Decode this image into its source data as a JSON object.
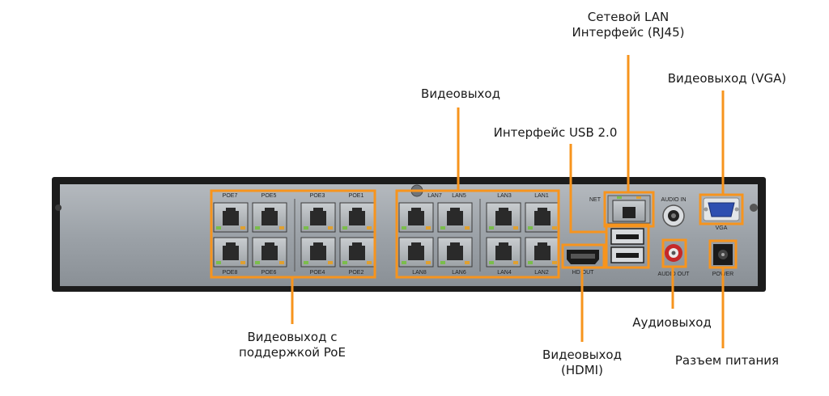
{
  "colors": {
    "accent": "#f7941d",
    "chassis": "#1c1c1c",
    "panel": "#9aa0a6",
    "vga_blue": "#2e4fb0"
  },
  "callouts": {
    "lan_interface": {
      "line1": "Сетевой LAN",
      "line2": "Интерфейс (RJ45)"
    },
    "video_out_lan": {
      "line1": "Видеовыход"
    },
    "usb": {
      "line1": "Интерфейс USB 2.0"
    },
    "vga": {
      "line1": "Видеовыход (VGA)"
    },
    "poe": {
      "line1": "Видеовыход с",
      "line2": "поддержкой PoE"
    },
    "hdmi": {
      "line1": "Видеовыход",
      "line2": "(HDMI)"
    },
    "audio_out": {
      "line1": "Аудиовыход"
    },
    "power": {
      "line1": "Разъем питания"
    }
  },
  "ports": {
    "poe_top": [
      "POE7",
      "POE5",
      "POE3",
      "POE1"
    ],
    "poe_bottom": [
      "POE8",
      "POE6",
      "POE4",
      "POE2"
    ],
    "lan_top": [
      "LAN7",
      "LAN5",
      "LAN3",
      "LAN1"
    ],
    "lan_bottom": [
      "LAN8",
      "LAN6",
      "LAN4",
      "LAN2"
    ],
    "net": "NET",
    "audio_in": "AUDIO IN",
    "vga": "VGA",
    "hdmi_out": "HD OUT",
    "audio_out": "AUDIO OUT",
    "power": "POWER"
  }
}
